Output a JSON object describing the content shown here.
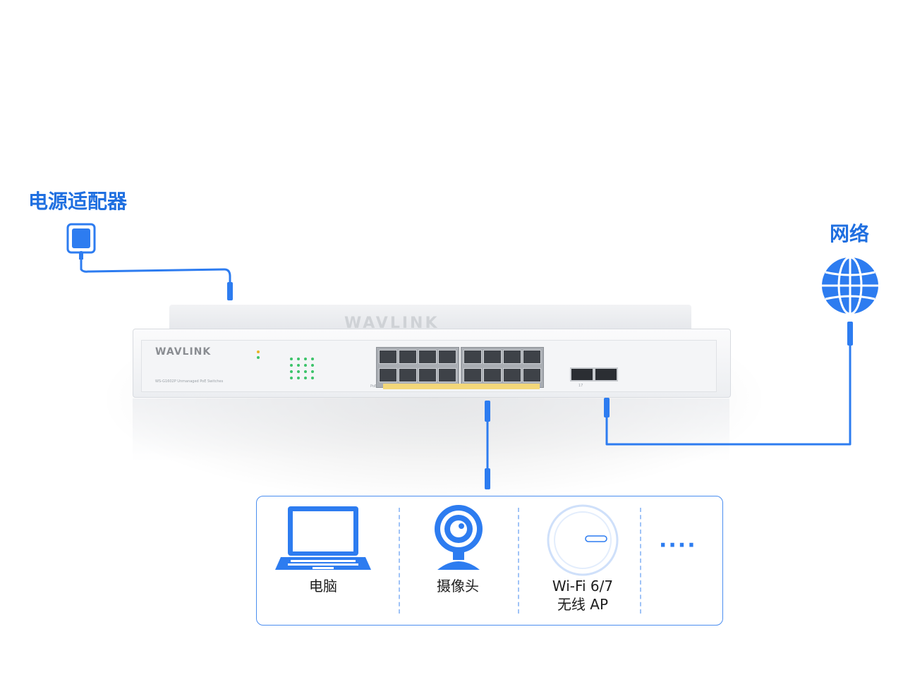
{
  "labels": {
    "power_adapter": "电源适配器",
    "network": "网络"
  },
  "switch": {
    "brand": "WAVLINK",
    "model_text": "WS-G1602P Unmanaged PoE Switches",
    "sfp_label": "17",
    "poe_mark": "PoE"
  },
  "devices": [
    {
      "label": "电脑",
      "icon": "laptop-icon"
    },
    {
      "label": "摄像头",
      "icon": "camera-icon"
    },
    {
      "label_line1": "Wi-Fi 6/7",
      "label_line2": "无线 AP",
      "icon": "access-point-icon"
    },
    {
      "label": "····",
      "icon": "more-icon"
    }
  ],
  "colors": {
    "accent_blue": "#1f6fe0",
    "cable_blue": "#2d7cf0",
    "panel_border": "#4b8ef0",
    "divider": "#9fc3f7"
  }
}
